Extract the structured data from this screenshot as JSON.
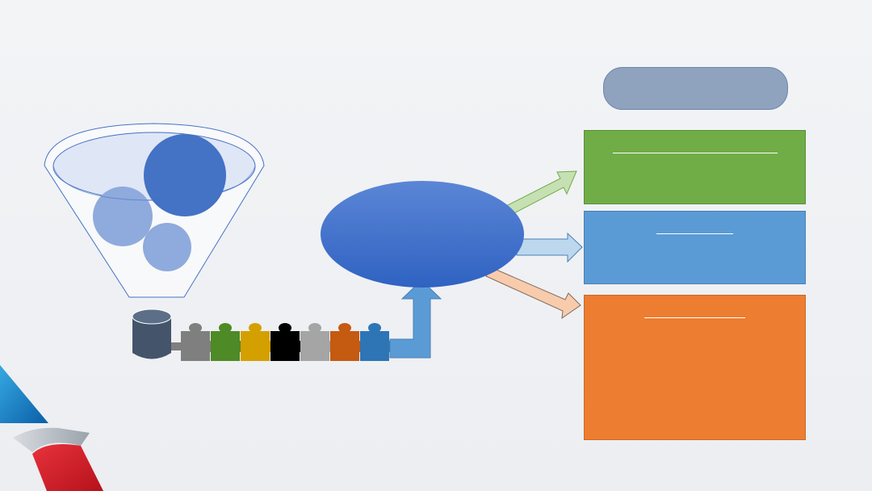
{
  "header": {
    "label": ""
  },
  "central_node": {
    "label": ""
  },
  "output_boxes": [
    {
      "id": "top",
      "label": "",
      "color": "#70ad47",
      "border": "#5a8f38"
    },
    {
      "id": "middle",
      "label": "",
      "color": "#5b9bd5",
      "border": "#4a80b3"
    },
    {
      "id": "bottom",
      "label": "",
      "color": "#ed7d31",
      "border": "#c96a29"
    }
  ],
  "colors": {
    "header_pill": "#8fa3be",
    "central_ellipse": "#3f6fcc",
    "arrow_green": "#c6e0b4",
    "arrow_blue": "#bdd7ee",
    "arrow_orange": "#f8cbad",
    "arrow_up": "#5b9bd5",
    "database": "#44546a",
    "funnel_stroke": "#4472c4",
    "circle_dark": "#4472c4",
    "circle_light": "#8faadc"
  },
  "puzzle_pieces": [
    {
      "color": "#7f7f7f"
    },
    {
      "color": "#4e8a25"
    },
    {
      "color": "#d4a000"
    },
    {
      "color": "#000000"
    },
    {
      "color": "#a5a5a5"
    },
    {
      "color": "#c55a11"
    },
    {
      "color": "#2e75b6"
    }
  ]
}
